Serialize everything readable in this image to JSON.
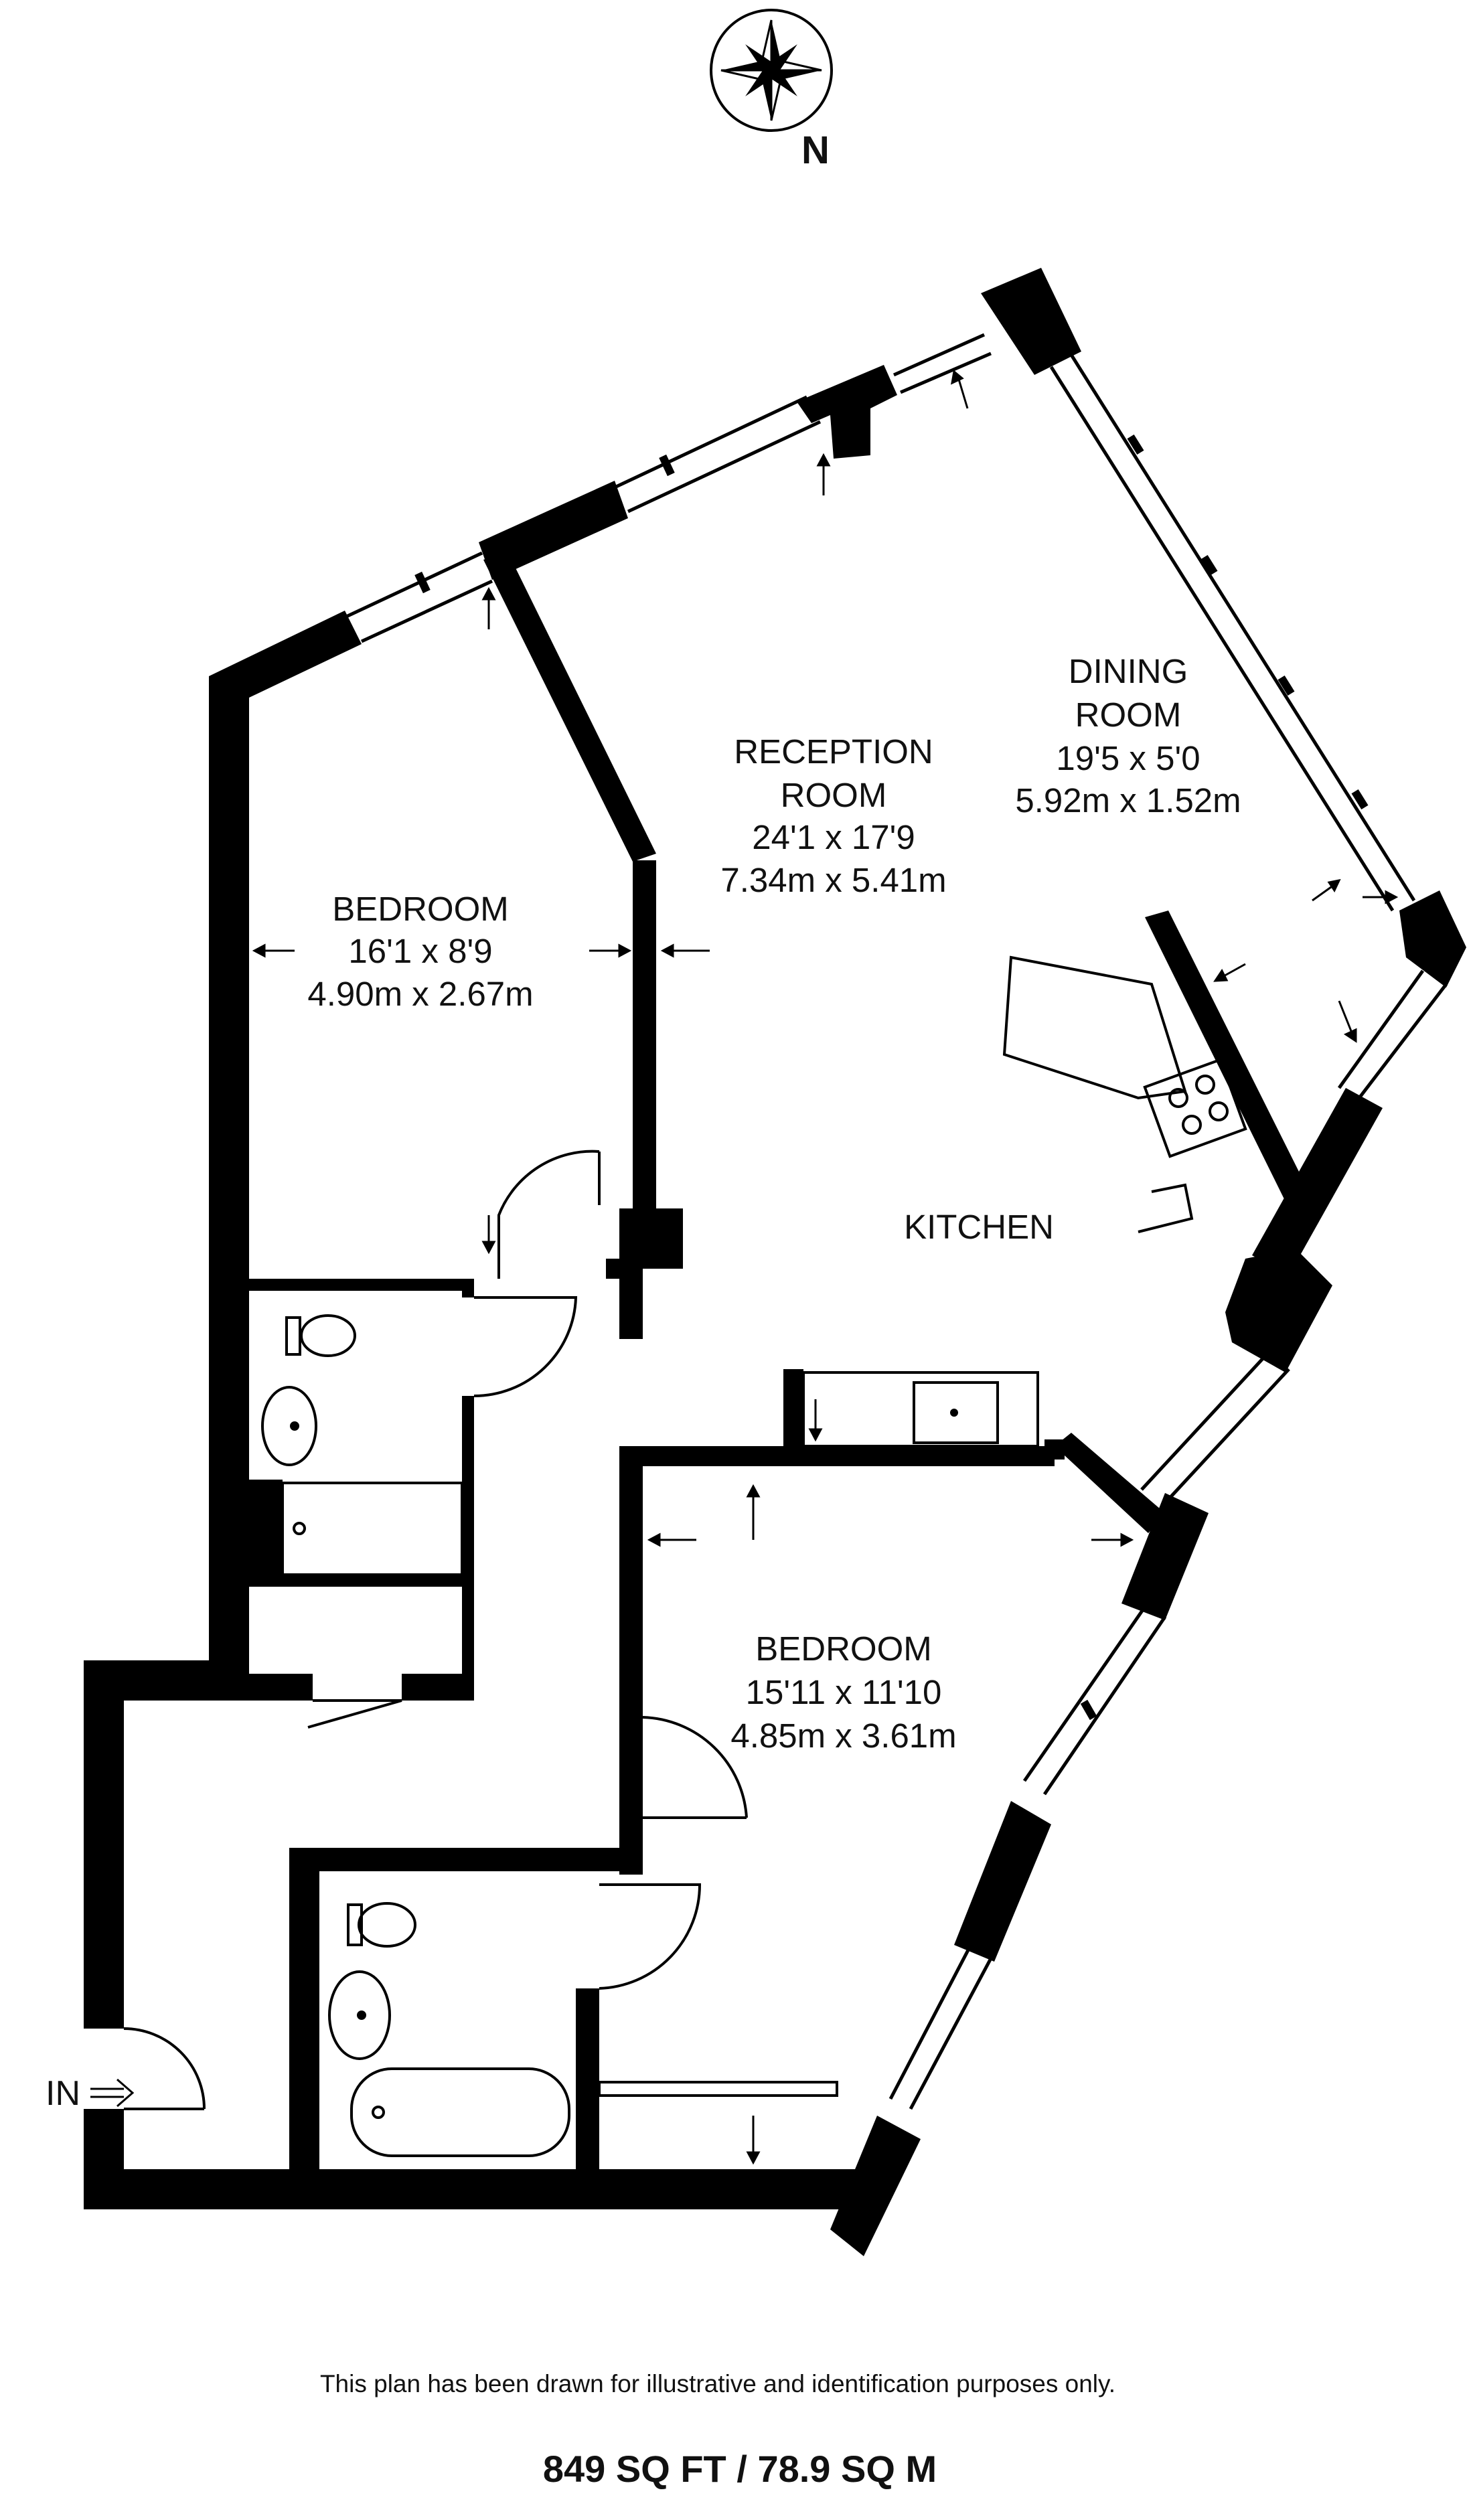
{
  "compass": {
    "north_label": "N",
    "icon": "compass-rose-icon"
  },
  "rooms": {
    "reception": {
      "name_line1": "RECEPTION",
      "name_line2": "ROOM",
      "imperial": "24'1 x 17'9",
      "metric": "7.34m x 5.41m"
    },
    "dining": {
      "name_line1": "DINING",
      "name_line2": "ROOM",
      "imperial": "19'5 x 5'0",
      "metric": "5.92m x 1.52m"
    },
    "bedroom1": {
      "name": "BEDROOM",
      "imperial": "16'1 x 8'9",
      "metric": "4.90m x 2.67m"
    },
    "kitchen": {
      "name": "KITCHEN"
    },
    "bedroom2": {
      "name": "BEDROOM",
      "imperial": "15'11 x 11'10",
      "metric": "4.85m x 3.61m"
    }
  },
  "entrance": {
    "label": "IN"
  },
  "footer": {
    "disclaimer": "This plan has been drawn for illustrative and identification purposes only.",
    "area": "849 SQ FT / 78.9 SQ M"
  },
  "colors": {
    "wall": "#000000",
    "background": "#ffffff"
  }
}
